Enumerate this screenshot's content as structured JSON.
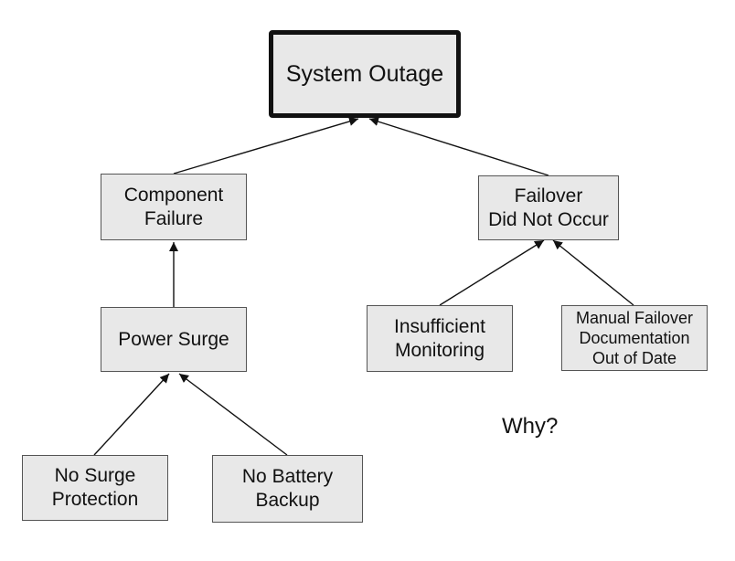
{
  "diagram": {
    "root": {
      "label": "System Outage"
    },
    "nodes": {
      "component_failure": {
        "label": "Component\nFailure"
      },
      "failover": {
        "label": "Failover\nDid Not Occur"
      },
      "power_surge": {
        "label": "Power Surge"
      },
      "insufficient_monitoring": {
        "label": "Insufficient\nMonitoring"
      },
      "manual_failover": {
        "label": "Manual Failover\nDocumentation\nOut of Date"
      },
      "no_surge_protection": {
        "label": "No Surge\nProtection"
      },
      "no_battery_backup": {
        "label": "No Battery\nBackup"
      }
    },
    "edges": [
      {
        "from": "Component\nFailure",
        "to": "System Outage"
      },
      {
        "from": "Failover\nDid Not Occur",
        "to": "System Outage"
      },
      {
        "from": "Power Surge",
        "to": "Component\nFailure"
      },
      {
        "from": "Insufficient\nMonitoring",
        "to": "Failover\nDid Not Occur"
      },
      {
        "from": "Manual Failover\nDocumentation\nOut of Date",
        "to": "Failover\nDid Not Occur"
      },
      {
        "from": "No Surge\nProtection",
        "to": "Power Surge"
      },
      {
        "from": "No Battery\nBackup",
        "to": "Power Surge"
      }
    ],
    "annotation": "Why?"
  }
}
